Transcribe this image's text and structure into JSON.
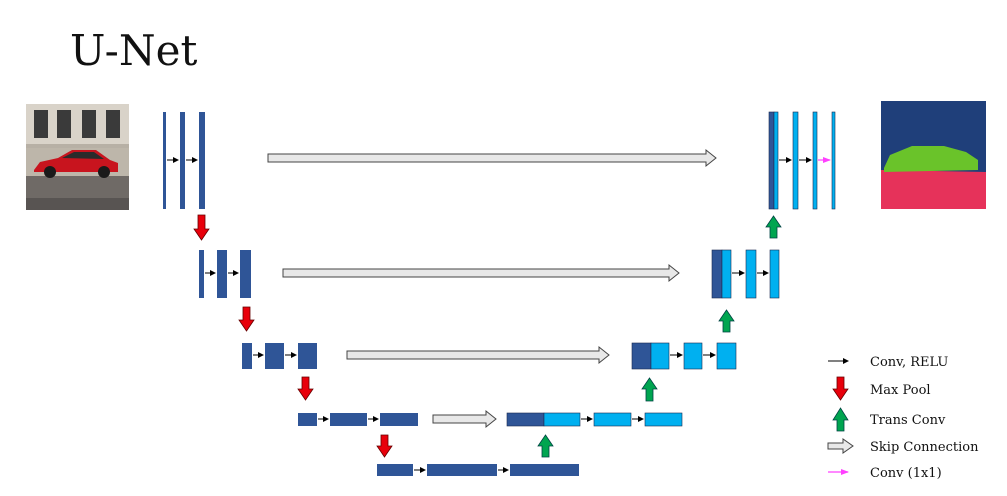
{
  "title": "U-Net",
  "colors": {
    "encoder_block": "#2f5597",
    "decoder_block": "#00b0f0",
    "max_pool_arrow": "#e8000b",
    "trans_conv_arrow": "#00a550",
    "skip_arrow_fill": "#e8e8e8",
    "conv_1x1_arrow": "#ff40ff",
    "conv_relu_arrow": "#000000",
    "mask_background": "#1f3f7a",
    "mask_car": "#6ac32a",
    "mask_road": "#e6325a"
  },
  "icons": {
    "input_image": "photo of a red sports car parked on a street in front of a building",
    "output_mask": "segmentation mask: blue background, green car, pink road"
  },
  "legend": [
    {
      "icon": "conv-relu-arrow-icon",
      "label": "Conv, RELU"
    },
    {
      "icon": "max-pool-arrow-icon",
      "label": "Max Pool"
    },
    {
      "icon": "trans-conv-arrow-icon",
      "label": "Trans Conv"
    },
    {
      "icon": "skip-connection-arrow-icon",
      "label": "Skip Connection"
    },
    {
      "icon": "conv-1x1-arrow-icon",
      "label": "Conv (1x1)"
    }
  ]
}
